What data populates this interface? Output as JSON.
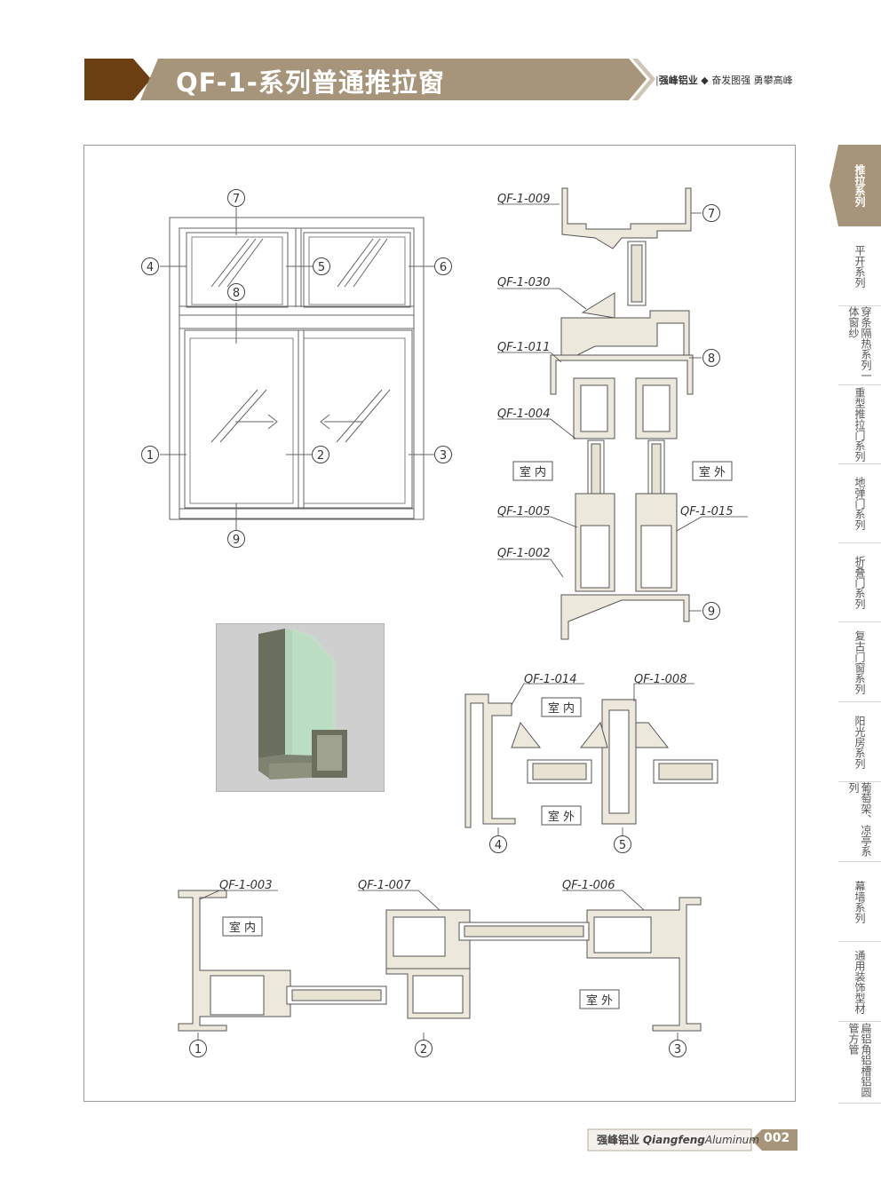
{
  "header": {
    "title": "QF-1-系列普通推拉窗",
    "brand_name": "强峰铝业",
    "brand_slogan": "奋发图强 勇攀高峰",
    "colors": {
      "dark_band": "#6b3f12",
      "title_band": "#a6957a"
    }
  },
  "side_tabs": [
    {
      "label": "推拉系列",
      "active": true
    },
    {
      "label": "平开系列",
      "active": false
    },
    {
      "label": "穿条隔热系列一体窗纱",
      "active": false
    },
    {
      "label": "重型推拉门系列",
      "active": false
    },
    {
      "label": "地弹门系列",
      "active": false
    },
    {
      "label": "折叠门系列",
      "active": false
    },
    {
      "label": "复古门窗系列",
      "active": false
    },
    {
      "label": "阳光房系列",
      "active": false
    },
    {
      "label": "葡萄架、凉亭系列",
      "active": false
    },
    {
      "label": "幕墙系列",
      "active": false
    },
    {
      "label": "通用装饰型材",
      "active": false
    },
    {
      "label": "扁铝角铝槽铝圆管方管",
      "active": false
    }
  ],
  "elevation": {
    "markers": [
      "1",
      "2",
      "3",
      "4",
      "5",
      "6",
      "7",
      "8",
      "9"
    ]
  },
  "vertical_section": {
    "codes": [
      "QF-1-009",
      "QF-1-030",
      "QF-1-011",
      "QF-1-004",
      "QF-1-005",
      "QF-1-002",
      "QF-1-015"
    ],
    "labels": {
      "indoor": "室 内",
      "outdoor": "室 外"
    },
    "markers": [
      "7",
      "8",
      "9"
    ]
  },
  "mullion_section": {
    "codes": [
      "QF-1-014",
      "QF-1-008"
    ],
    "labels": {
      "indoor": "室 内",
      "outdoor": "室 外"
    },
    "markers": [
      "4",
      "5"
    ]
  },
  "horizontal_section": {
    "codes": [
      "QF-1-003",
      "QF-1-007",
      "QF-1-006"
    ],
    "labels": {
      "indoor": "室 内",
      "outdoor": "室 外"
    },
    "markers": [
      "1",
      "2",
      "3"
    ]
  },
  "footer": {
    "brand_cn": "强峰铝业",
    "brand_en_bold": "Qiangfeng",
    "brand_en": "Aluminum",
    "page_number": "002"
  }
}
